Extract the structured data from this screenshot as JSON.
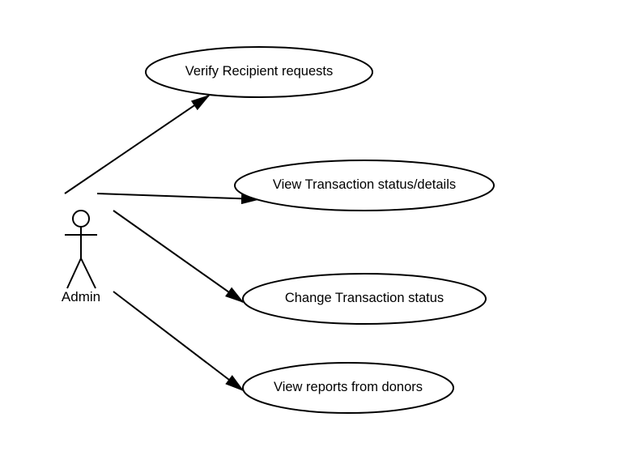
{
  "diagram": {
    "actor": {
      "name": "Admin",
      "icon": "stick-figure-icon"
    },
    "use_cases": [
      {
        "id": "uc1",
        "label": "Verify Recipient requests"
      },
      {
        "id": "uc2",
        "label": "View Transaction status/details"
      },
      {
        "id": "uc3",
        "label": "Change Transaction status"
      },
      {
        "id": "uc4",
        "label": "View reports from donors"
      }
    ],
    "associations": [
      {
        "from": "Admin",
        "to": "uc1"
      },
      {
        "from": "Admin",
        "to": "uc2"
      },
      {
        "from": "Admin",
        "to": "uc3"
      },
      {
        "from": "Admin",
        "to": "uc4"
      }
    ],
    "colors": {
      "stroke": "#000000",
      "fill": "#ffffff",
      "background": "#ffffff"
    }
  }
}
